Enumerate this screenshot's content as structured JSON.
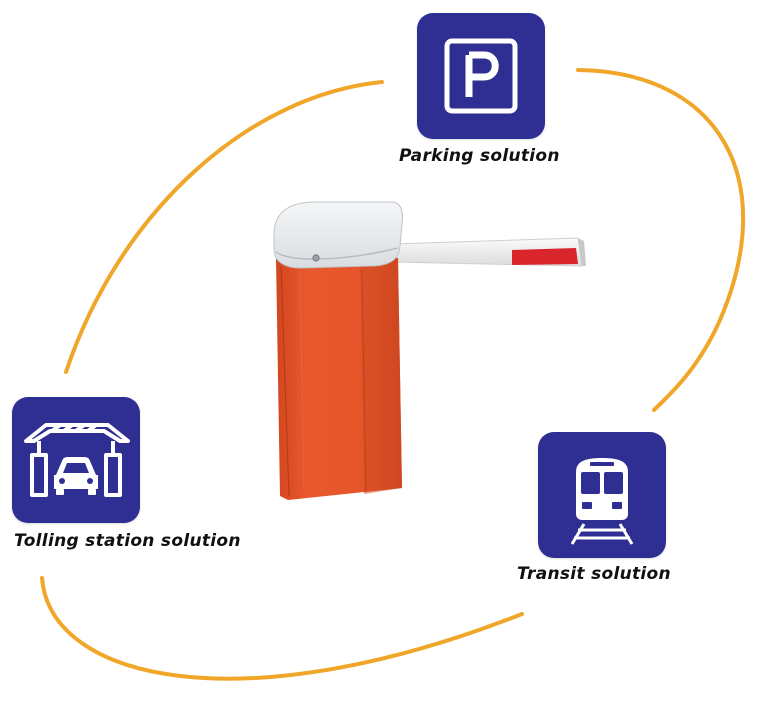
{
  "colors": {
    "tile_blue": "#2f2f93",
    "arc_orange": "#f0a628",
    "barrier_red": "#e2542b",
    "barrier_red_dark": "#c7431f",
    "cap_white": "#e8ebee",
    "arm_white": "#f4f4f4",
    "arm_stripe": "#d8262c"
  },
  "solutions": {
    "parking": {
      "label": "Parking solution",
      "icon": "parking-sign-icon"
    },
    "tolling": {
      "label": "Tolling station solution",
      "icon": "toll-gate-car-icon"
    },
    "transit": {
      "label": "Transit solution",
      "icon": "train-icon"
    }
  },
  "center_product": {
    "icon": "boom-barrier-gate"
  }
}
